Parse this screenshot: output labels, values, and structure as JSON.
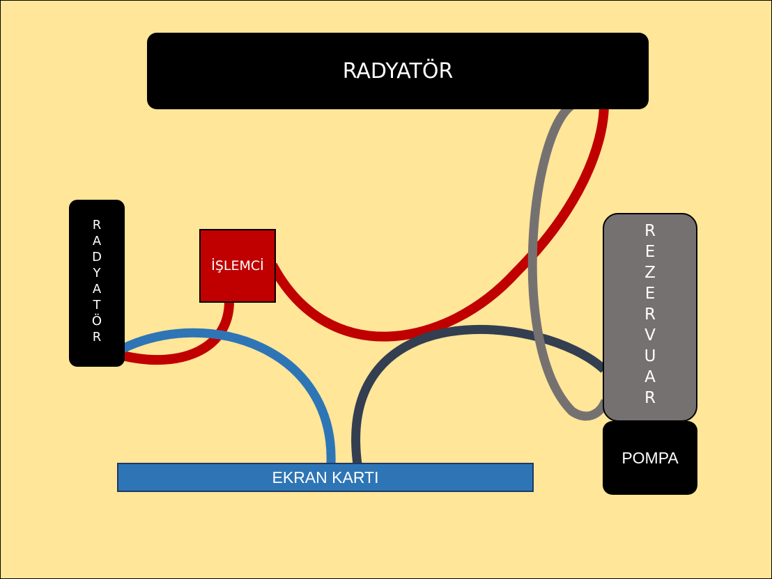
{
  "diagram": {
    "radiator_top": {
      "label": "RADYATÖR"
    },
    "radiator_left": {
      "letters": [
        "R",
        "A",
        "D",
        "Y",
        "A",
        "T",
        "Ö",
        "R"
      ]
    },
    "cpu": {
      "label": "İŞLEMCİ"
    },
    "reservoir": {
      "letters": [
        "R",
        "E",
        "Z",
        "E",
        "R",
        "V",
        "U",
        "A",
        "R"
      ]
    },
    "pump": {
      "label": "POMPA"
    },
    "gpu": {
      "label": "EKRAN KARTI"
    }
  },
  "colors": {
    "background": "#ffe699",
    "radiator": "#000000",
    "cpu": "#c00000",
    "reservoir": "#767171",
    "pump": "#000000",
    "gpu": "#2e75b6",
    "pipe_red": "#c00000",
    "pipe_blue": "#2e75b6",
    "pipe_gray": "#767171",
    "pipe_dark": "#333f50"
  }
}
